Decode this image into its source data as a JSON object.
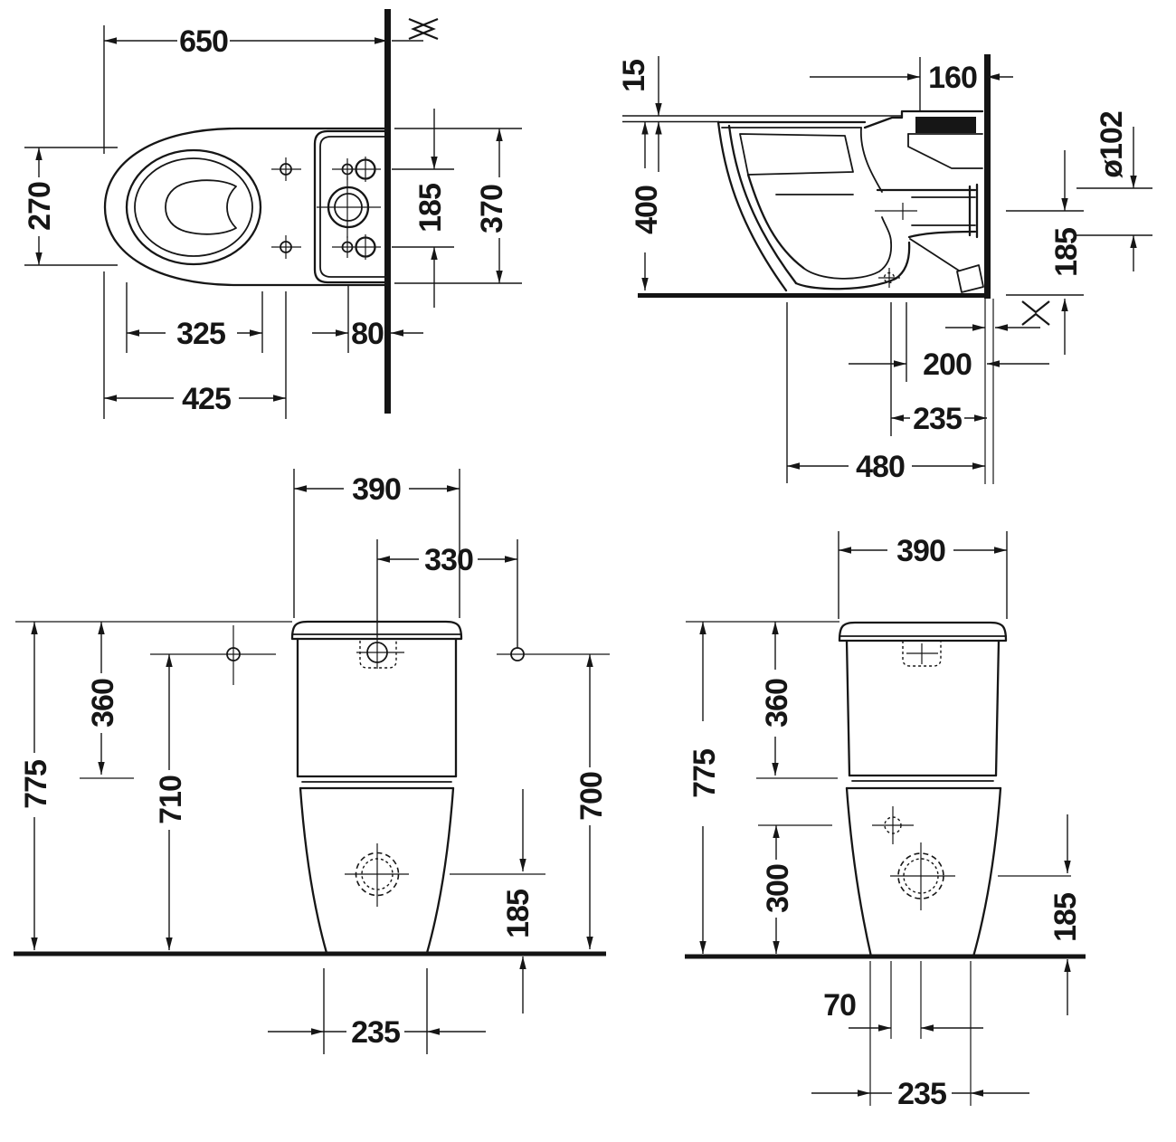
{
  "drawing": {
    "type": "technical-dimension-drawing",
    "subject": "close-coupled floorstanding toilet, four orthographic views",
    "unit_system": "mm",
    "line_color": "#161616",
    "background_color": "#ffffff"
  },
  "views": {
    "plan": {
      "label": "top view",
      "dims": {
        "d650": "650",
        "d270": "270",
        "d325": "325",
        "d80": "80",
        "d425": "425",
        "d185": "185",
        "d370": "370"
      }
    },
    "section": {
      "label": "side section at wall",
      "dims": {
        "d15": "15",
        "d160": "160",
        "d102": "ø102",
        "d400": "400",
        "d185": "185",
        "d200": "200",
        "d235": "235",
        "d480": "480"
      }
    },
    "front": {
      "label": "front elevation",
      "dims": {
        "d390": "390",
        "d330": "330",
        "d775": "775",
        "d360": "360",
        "d710": "710",
        "d700": "700",
        "d185": "185",
        "d235": "235"
      }
    },
    "side": {
      "label": "rear elevation",
      "dims": {
        "d390": "390",
        "d775": "775",
        "d360": "360",
        "d300": "300",
        "d185": "185",
        "d70": "70",
        "d235": "235"
      }
    }
  }
}
